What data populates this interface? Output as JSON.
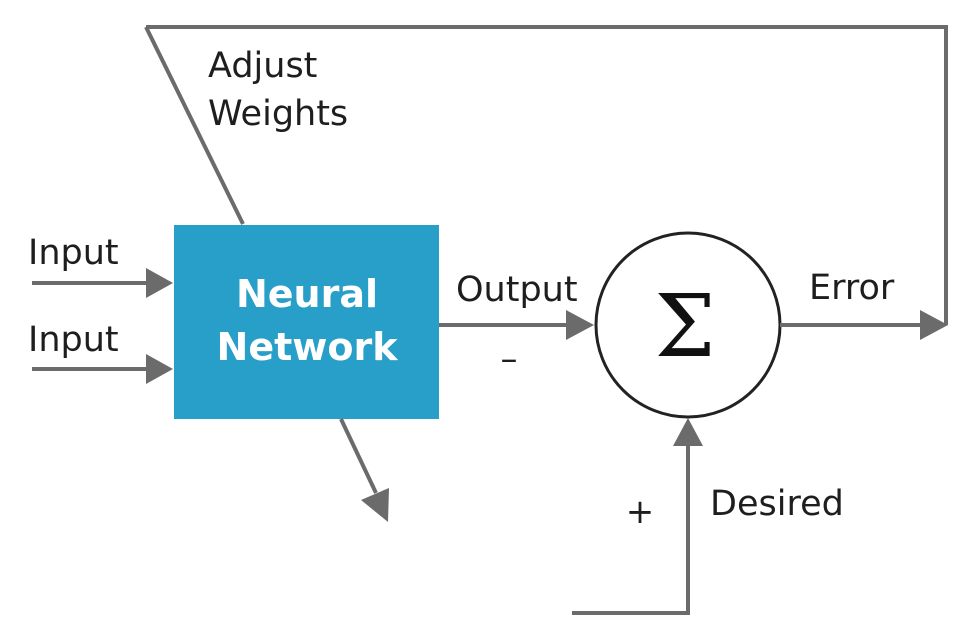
{
  "diagram": {
    "inputs": [
      "Input",
      "Input"
    ],
    "adjust_weights": [
      "Adjust",
      "Weights"
    ],
    "network_label": [
      "Neural",
      "Network"
    ],
    "output_label": "Output",
    "minus_sign": "–",
    "plus_sign": "+",
    "summation_symbol": "Σ",
    "error_label": "Error",
    "desired_label": "Desired"
  },
  "colors": {
    "network_box": "#289fc8",
    "arrow": "#6b6b6b",
    "text": "#1e1e1e"
  }
}
